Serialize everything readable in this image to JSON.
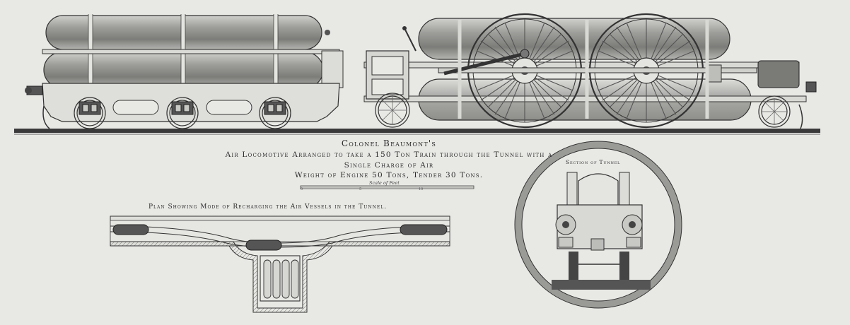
{
  "drawing": {
    "title": "Colonel Beaumont's",
    "caption_line1": "Air Locomotive Arranged to take a 150 Ton Train through the Tunnel with a",
    "caption_line2": "Single Charge of Air",
    "caption_line3": "Weight of Engine 50 Tons, Tender 30 Tons.",
    "scale_label": "Scale of Feet",
    "scale_ticks": [
      "0",
      "5",
      "10"
    ],
    "plan_label": "Plan Showing Mode of Recharging the Air Vessels in the Tunnel.",
    "section_label": "Section of Tunnel"
  },
  "colors": {
    "paper": "#e8e8e5",
    "ink": "#2a2a2a",
    "tank_fill": "#9a9a9a",
    "ground": "#3a3a3a"
  },
  "icons": {
    "tender": "tender-drawing",
    "locomotive": "air-locomotive-drawing",
    "plan": "tunnel-plan-drawing",
    "section": "tunnel-section-drawing"
  }
}
